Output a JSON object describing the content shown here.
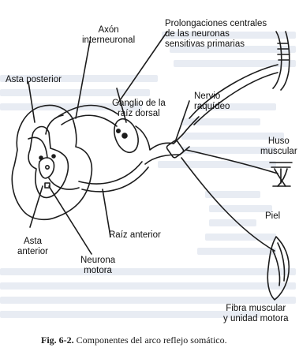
{
  "labels": {
    "prolongaciones": "Prolongaciones centrales\nde las neuronas\nsensitivas primarias",
    "axon": "Axón\ninterneuronal",
    "asta_posterior": "Asta posterior",
    "ganglio": "Ganglio de la\nraíz dorsal",
    "nervio": "Nervio\nraquídeo",
    "huso": "Huso\nmuscular",
    "piel": "Piel",
    "raiz_anterior": "Raíz anterior",
    "asta_anterior": "Asta\nanterior",
    "neurona_motora": "Neurona\nmotora",
    "fibra": "Fibra muscular\ny unidad motora"
  },
  "caption": {
    "number": "Fig. 6-2.",
    "text": "Componentes del arco reflejo somático."
  },
  "colors": {
    "line": "#1c1c1c",
    "background_text": "#bcc9de"
  }
}
